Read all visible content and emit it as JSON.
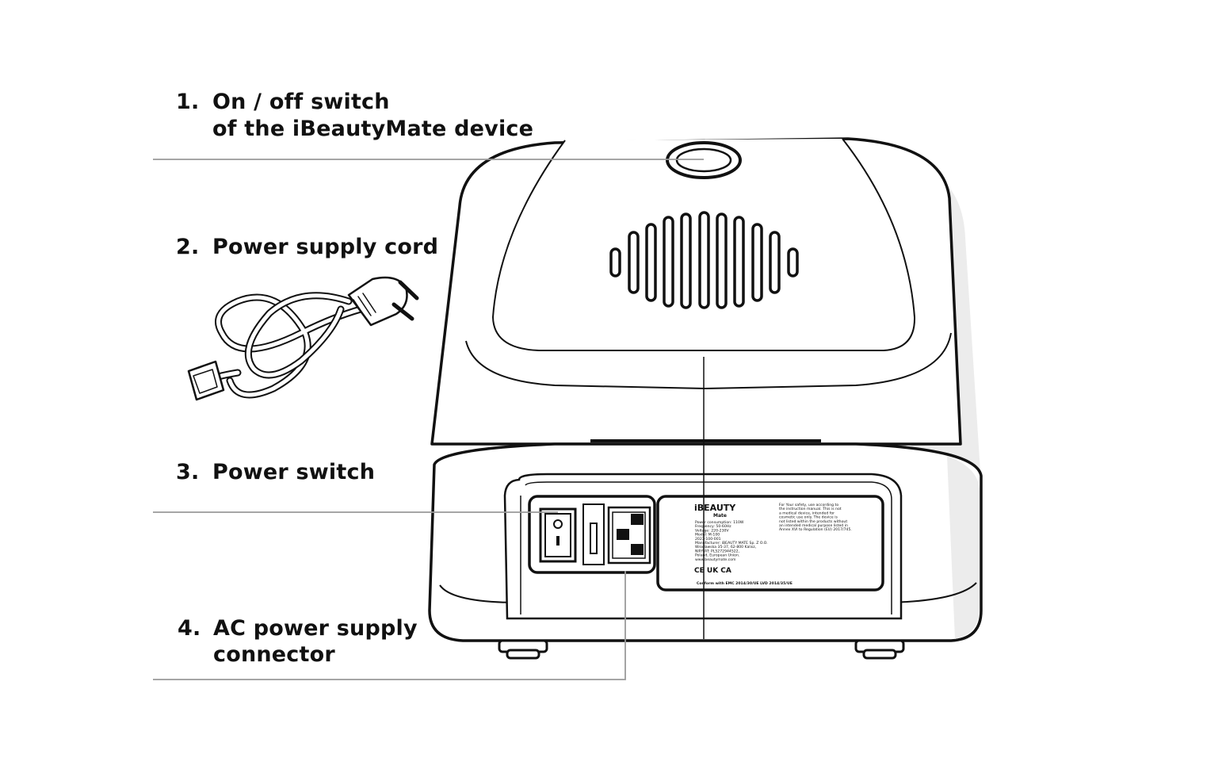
{
  "callouts": [
    {
      "number": "1.",
      "line1": "On / off switch",
      "line2": "of the iBeautyMate device"
    },
    {
      "number": "2.",
      "line1": "Power supply cord",
      "line2": ""
    },
    {
      "number": "3.",
      "line1": "Power switch",
      "line2": ""
    },
    {
      "number": "4.",
      "line1": "AC power supply",
      "line2": "connector"
    }
  ],
  "plate": {
    "brand_top": "iBEAUTY",
    "brand_sub": "Mate",
    "specs": [
      "Power consumption: 110W",
      "Frequency: 50-60Hz",
      "Voltage: 220-230V",
      "Model: M-100",
      "2023-100-001",
      "Manufacturer: iBEAUTY MATE Sp. Z O.O.",
      "Wroclawska 35-37, 62-800 Kalisz,",
      "NIP/VAT: PL5272944522,",
      "Poland, European Union.",
      "www.beautymate.com"
    ],
    "safety": [
      "For Your safety, use according to",
      "the instruction manual. This is not",
      "a medical device, intended for",
      "cosmetic use only. The device is",
      "not listed within the products without",
      "an intended medical purpose listed in",
      "Annex XVI to Regulation (EU) 2017/745."
    ],
    "marks": "CE UK CA",
    "conformity": "Conform with EMC 2014/30/UE LVD 2014/35/UE"
  },
  "colors": {
    "line": "#111111",
    "leader": "#9a9a9a",
    "shade": "#e6e6e6"
  }
}
